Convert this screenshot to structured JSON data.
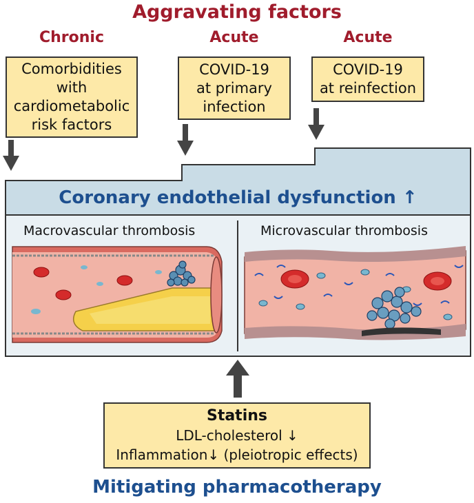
{
  "header": {
    "title": "Aggravating factors"
  },
  "factors": [
    {
      "category": "Chronic",
      "lines": [
        "Comorbidities",
        "with",
        "cardiometabolic",
        "risk factors"
      ]
    },
    {
      "category": "Acute",
      "lines": [
        "COVID-19",
        "at primary",
        "infection"
      ]
    },
    {
      "category": "Acute",
      "lines": [
        "COVID-19",
        "at reinfection"
      ]
    }
  ],
  "main": {
    "banner": "Coronary endothelial dysfunction",
    "banner_arrow": "↑",
    "left_panel": "Macrovascular thrombosis",
    "right_panel": "Microvascular thrombosis"
  },
  "therapy": {
    "title": "Statins",
    "line1": "LDL-cholesterol",
    "line1_arrow": "↓",
    "line2_a": "Inflammation",
    "line2_arrow": "↓",
    "line2_b": " (pleiotropic effects)",
    "footer": "Mitigating pharmacotherapy"
  },
  "colors": {
    "red": "#a01c2c",
    "blue": "#1d4f8f",
    "box": "#fde9a8",
    "banner": "#c9dce6",
    "arrow": "#444444"
  }
}
